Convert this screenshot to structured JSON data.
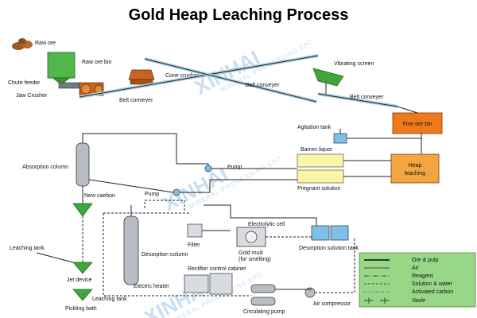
{
  "title": "Gold Heap Leaching Process",
  "watermark": {
    "brand": "XINHAI",
    "tagline": "MINERAL PROCESSING EPC"
  },
  "labels": {
    "raw_ore": "Raw ore",
    "raw_ore_bin": "Raw ore bin",
    "chute_feeder": "Chute feeder",
    "jaw_crusher": "Jaw Crusher",
    "cone_crusher": "Cone crusher",
    "belt_conveyer_1": "Belt conveyer",
    "belt_conveyer_2": "Belt conveyer",
    "belt_conveyer_3": "Belt conveyer",
    "vibrating_screen": "Vibrating screen",
    "fine_ore_bin": "Fine ore bin",
    "agitation_tank": "Agitation tank",
    "barren_liquor": "Barren liquor",
    "heap_leaching_1": "Heap",
    "heap_leaching_2": "leaching",
    "pregnant_solution": "Pregnant solution",
    "absorption_column": "Absorption  column",
    "pump_1": "Pump",
    "pump_2": "Pump",
    "new_carbon": "New caebon",
    "filter": "Filter",
    "electrolytic_cell": "Electrolytic cell",
    "gold_mud_1": "Gold mud",
    "gold_mud_2": "(for smelting)",
    "desorption_column": "Desorption column",
    "desorption_solution_tank": "Desorption solution tank",
    "rectifier_control_cabinet": "Rectifier control cabinet",
    "leaching_tank_1": "Leaching tank",
    "jet_device": "Jet device",
    "electric_heater": "Electric heater",
    "leaching_tank_2": "Leaching tank",
    "pickling_bath": "Pickling bath",
    "circulating_pump": "Circulating pump",
    "air_compressor": "Air compressor"
  },
  "legend": [
    {
      "label": "Ore & pulp"
    },
    {
      "label": "Air"
    },
    {
      "label": "Reagent"
    },
    {
      "label": "Solution & water"
    },
    {
      "label": "Activated carbon"
    },
    {
      "label": "Vavle"
    }
  ],
  "colors": {
    "ore": "#9a5a22",
    "ore_bin": "#4fb848",
    "crusher": "#c8641e",
    "screen": "#3fa63c",
    "fine_ore_bin": "#ee7a1c",
    "heap": "#f2a540",
    "liquor_box": "#fbf6a6",
    "column": "#b8bcc4",
    "conveyor": "#a8cfe0",
    "legend_bg": "#98d788",
    "cell": "#7ec0e8"
  }
}
